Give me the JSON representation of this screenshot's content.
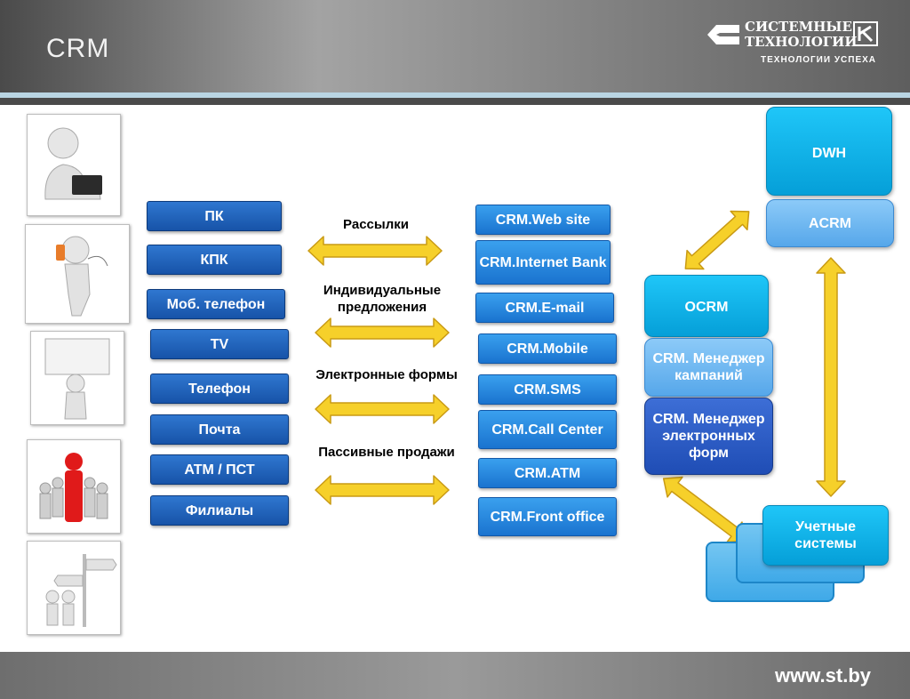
{
  "header": {
    "title": "CRM",
    "logo_line1": "СИСТЕМНЫЕ",
    "logo_line2": "ТЕХНОЛОГИИ",
    "tagline": "ТЕХНОЛОГИИ УСПЕХА"
  },
  "channels": [
    "ПК",
    "КПК",
    "Моб. телефон",
    "TV",
    "Телефон",
    "Почта",
    "ATM / ПСТ",
    "Филиалы"
  ],
  "arrow_labels": [
    "Рассылки",
    "Индивидуальные предложения",
    "Электронные формы",
    "Пассивные продажи"
  ],
  "crm_modules": [
    "CRM.Web site",
    "CRM.Internet Bank",
    "CRM.E-mail",
    "CRM.Mobile",
    "CRM.SMS",
    "CRM.Call Center",
    "CRM.ATM",
    "CRM.Front office"
  ],
  "right": {
    "dwh": "DWH",
    "acrm": "ACRM",
    "ocrm": "OCRM",
    "campaign_manager": "CRM. Менеджер кампаний",
    "eforms_manager": "CRM. Менеджер электронных форм",
    "accounting": "Учетные системы"
  },
  "colors": {
    "channel_button": "#1e5fb8",
    "module_button": "#2a8ae0",
    "dwh_box": "#0fb3ec",
    "acrm_box": "#6fb8f2",
    "eforms_box": "#2c5cc6",
    "arrow_fill": "#f6d02a",
    "arrow_stroke": "#c99a14"
  },
  "footer": {
    "url": "www.st.by"
  }
}
